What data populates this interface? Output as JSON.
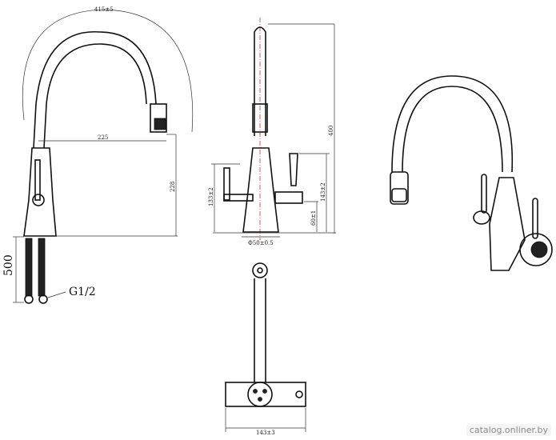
{
  "labels": {
    "arc_dim": "415±5",
    "reach": "225",
    "height_228": "228",
    "tall_400": "400",
    "h_133": "133±2",
    "h_143": "143±2",
    "h_60": "60±1",
    "diameter": "Ф50±0.5",
    "hose_length": "500",
    "thread": "G1/2",
    "bottom_width": "143±3"
  },
  "watermark": "catalog.onliner.by",
  "colors": {
    "line": "#111111",
    "centerline": "#c0392b"
  }
}
